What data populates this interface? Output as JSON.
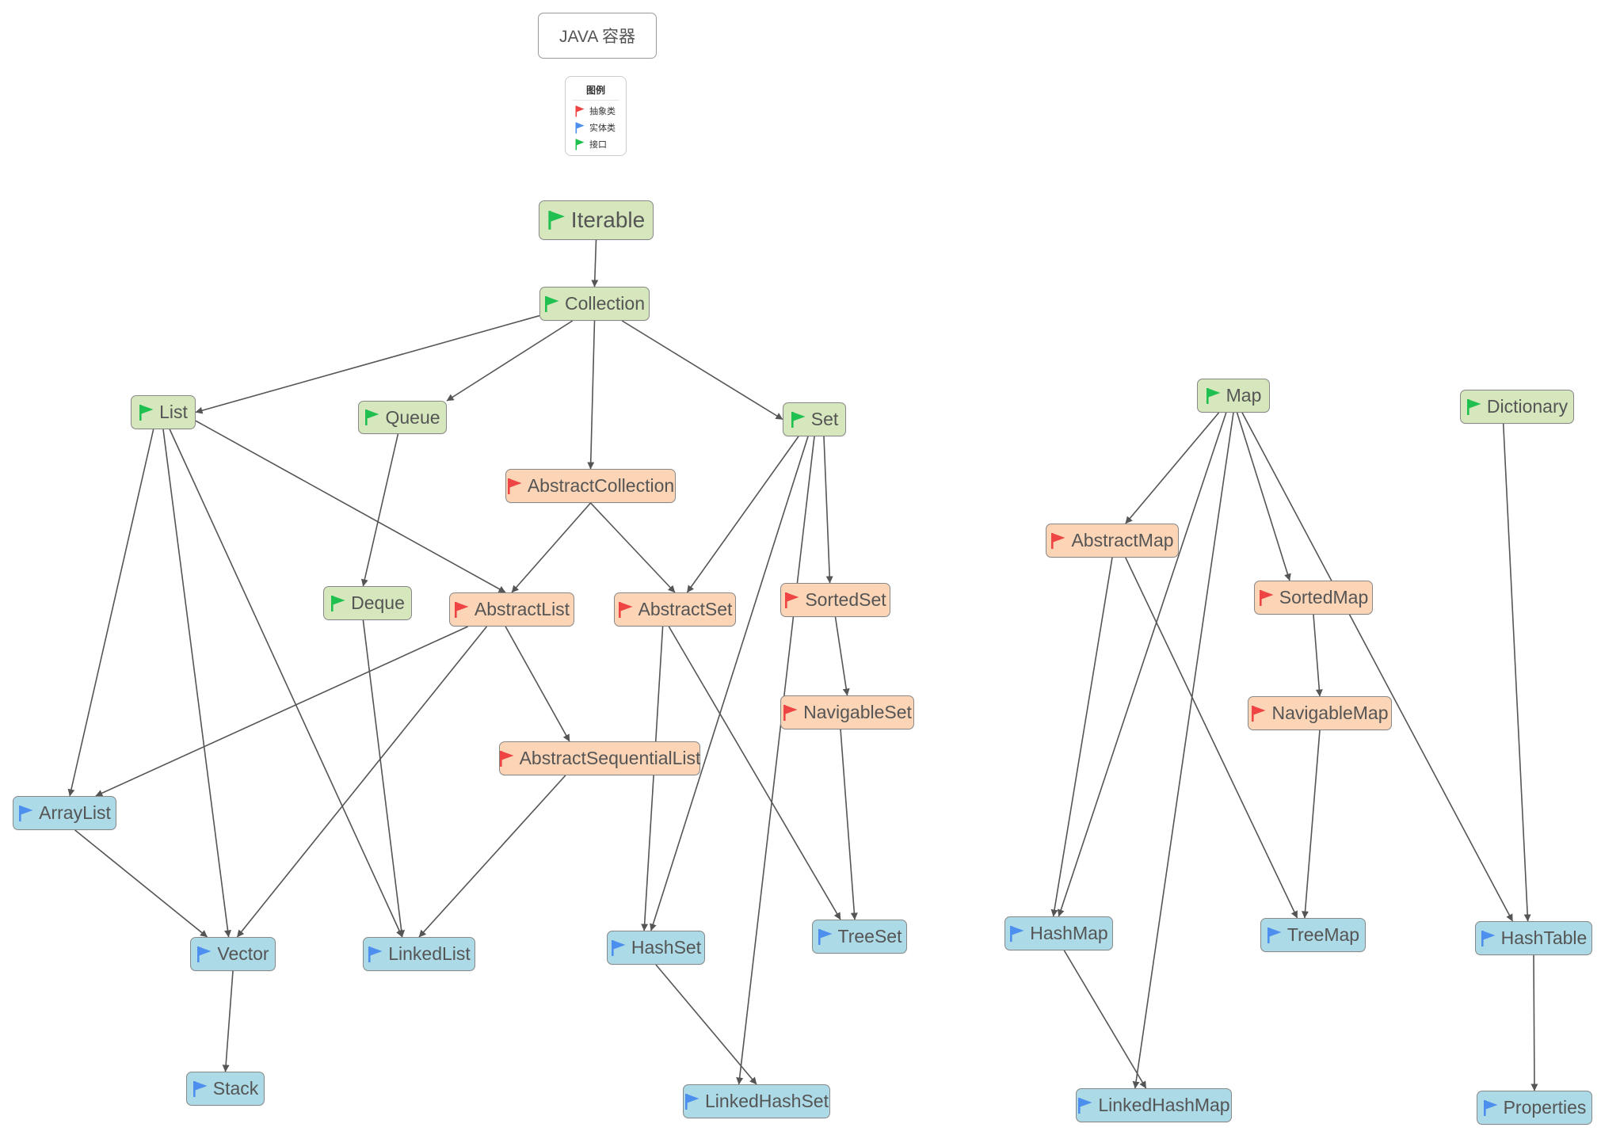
{
  "title": "JAVA 容器",
  "legend": {
    "title": "图例",
    "items": [
      {
        "kind": "abstract",
        "label": "抽象类"
      },
      {
        "kind": "concrete",
        "label": "实体类"
      },
      {
        "kind": "interface",
        "label": "接口"
      }
    ]
  },
  "colors": {
    "interface_fill": "#d6e7bd",
    "abstract_fill": "#fcd4b6",
    "concrete_fill": "#acdae6",
    "interface_flag": "#20c050",
    "abstract_flag": "#ee4444",
    "concrete_flag": "#4d8fee",
    "edge": "#555555"
  },
  "nodes": [
    {
      "id": "iterable",
      "label": "Iterable",
      "kind": "interface"
    },
    {
      "id": "collection",
      "label": "Collection",
      "kind": "interface"
    },
    {
      "id": "list",
      "label": "List",
      "kind": "interface"
    },
    {
      "id": "queue",
      "label": "Queue",
      "kind": "interface"
    },
    {
      "id": "set",
      "label": "Set",
      "kind": "interface"
    },
    {
      "id": "abstract-collection",
      "label": "AbstractCollection",
      "kind": "abstract"
    },
    {
      "id": "deque",
      "label": "Deque",
      "kind": "interface"
    },
    {
      "id": "abstract-list",
      "label": "AbstractList",
      "kind": "abstract"
    },
    {
      "id": "abstract-set",
      "label": "AbstractSet",
      "kind": "abstract"
    },
    {
      "id": "sorted-set",
      "label": "SortedSet",
      "kind": "abstract"
    },
    {
      "id": "navigable-set",
      "label": "NavigableSet",
      "kind": "abstract"
    },
    {
      "id": "abstract-sequential-list",
      "label": "AbstractSequentialList",
      "kind": "abstract"
    },
    {
      "id": "array-list",
      "label": "ArrayList",
      "kind": "concrete"
    },
    {
      "id": "vector",
      "label": "Vector",
      "kind": "concrete"
    },
    {
      "id": "linked-list",
      "label": "LinkedList",
      "kind": "concrete"
    },
    {
      "id": "hash-set",
      "label": "HashSet",
      "kind": "concrete"
    },
    {
      "id": "tree-set",
      "label": "TreeSet",
      "kind": "concrete"
    },
    {
      "id": "stack",
      "label": "Stack",
      "kind": "concrete"
    },
    {
      "id": "linked-hash-set",
      "label": "LinkedHashSet",
      "kind": "concrete"
    },
    {
      "id": "map",
      "label": "Map",
      "kind": "interface"
    },
    {
      "id": "dictionary",
      "label": "Dictionary",
      "kind": "interface"
    },
    {
      "id": "abstract-map",
      "label": "AbstractMap",
      "kind": "abstract"
    },
    {
      "id": "sorted-map",
      "label": "SortedMap",
      "kind": "abstract"
    },
    {
      "id": "navigable-map",
      "label": "NavigableMap",
      "kind": "abstract"
    },
    {
      "id": "hash-map",
      "label": "HashMap",
      "kind": "concrete"
    },
    {
      "id": "tree-map",
      "label": "TreeMap",
      "kind": "concrete"
    },
    {
      "id": "hash-table",
      "label": "HashTable",
      "kind": "concrete"
    },
    {
      "id": "linked-hash-map",
      "label": "LinkedHashMap",
      "kind": "concrete"
    },
    {
      "id": "properties",
      "label": "Properties",
      "kind": "concrete"
    }
  ],
  "edges": [
    [
      "iterable",
      "collection"
    ],
    [
      "collection",
      "list"
    ],
    [
      "collection",
      "queue"
    ],
    [
      "collection",
      "abstract-collection"
    ],
    [
      "collection",
      "set"
    ],
    [
      "queue",
      "deque"
    ],
    [
      "list",
      "abstract-list"
    ],
    [
      "list",
      "array-list"
    ],
    [
      "list",
      "vector"
    ],
    [
      "list",
      "linked-list"
    ],
    [
      "abstract-collection",
      "abstract-list"
    ],
    [
      "abstract-collection",
      "abstract-set"
    ],
    [
      "set",
      "abstract-set"
    ],
    [
      "set",
      "sorted-set"
    ],
    [
      "set",
      "hash-set"
    ],
    [
      "set",
      "linked-hash-set"
    ],
    [
      "sorted-set",
      "navigable-set"
    ],
    [
      "navigable-set",
      "tree-set"
    ],
    [
      "abstract-set",
      "hash-set"
    ],
    [
      "abstract-set",
      "tree-set"
    ],
    [
      "abstract-list",
      "array-list"
    ],
    [
      "abstract-list",
      "vector"
    ],
    [
      "abstract-list",
      "abstract-sequential-list"
    ],
    [
      "abstract-sequential-list",
      "linked-list"
    ],
    [
      "deque",
      "linked-list"
    ],
    [
      "array-list",
      "vector"
    ],
    [
      "vector",
      "stack"
    ],
    [
      "hash-set",
      "linked-hash-set"
    ],
    [
      "map",
      "abstract-map"
    ],
    [
      "map",
      "hash-map"
    ],
    [
      "map",
      "linked-hash-map"
    ],
    [
      "map",
      "sorted-map"
    ],
    [
      "map",
      "hash-table"
    ],
    [
      "abstract-map",
      "hash-map"
    ],
    [
      "abstract-map",
      "tree-map"
    ],
    [
      "sorted-map",
      "navigable-map"
    ],
    [
      "navigable-map",
      "tree-map"
    ],
    [
      "hash-map",
      "linked-hash-map"
    ],
    [
      "dictionary",
      "hash-table"
    ],
    [
      "hash-table",
      "properties"
    ]
  ]
}
